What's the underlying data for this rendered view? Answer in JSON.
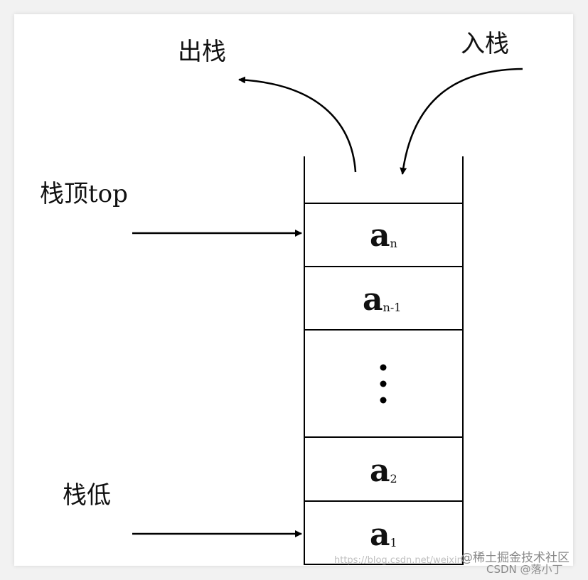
{
  "labels": {
    "pop": "出栈",
    "push": "入栈",
    "top": "栈顶top",
    "bottom": "栈低"
  },
  "cells": [
    {
      "main": "a",
      "sub": "n"
    },
    {
      "main": "a",
      "sub": "n-1"
    },
    {
      "ellipsis": "⋮"
    },
    {
      "main": "a",
      "sub": "2"
    },
    {
      "main": "a",
      "sub": "1"
    }
  ],
  "watermark": {
    "url": "https://blog.csdn.net/weixin",
    "site": "@稀土掘金技术社区",
    "author": "CSDN @落小丁"
  },
  "colors": {
    "line": "#000000",
    "background": "#ffffff"
  }
}
